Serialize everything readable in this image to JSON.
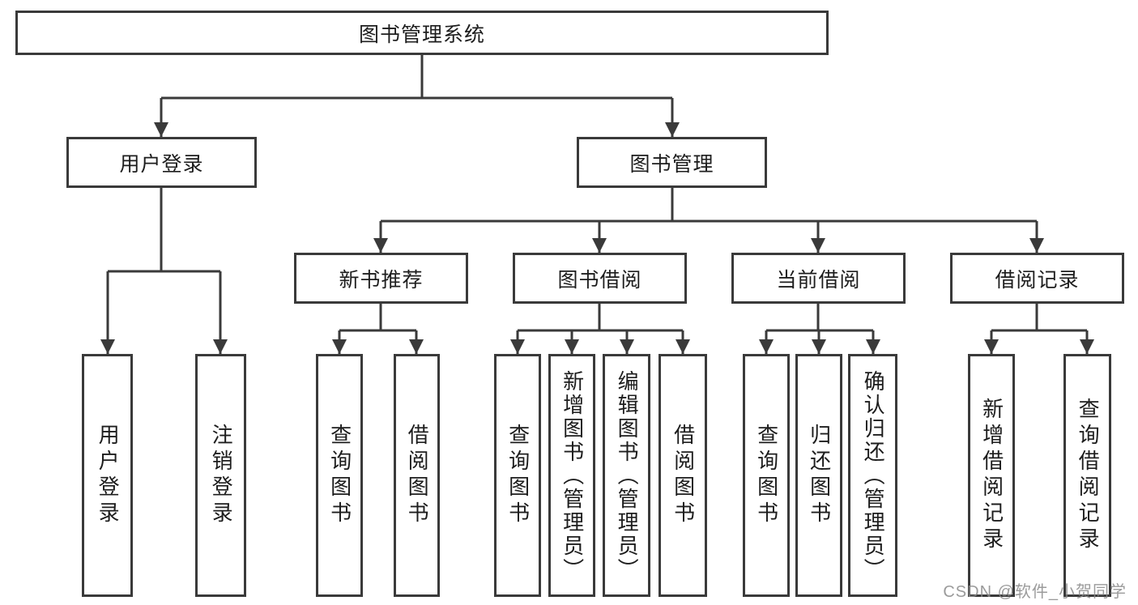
{
  "tree": {
    "root": {
      "label": "图书管理系统",
      "children": [
        {
          "label": "用户登录",
          "children": [
            {
              "label": "用户登录"
            },
            {
              "label": "注销登录"
            }
          ]
        },
        {
          "label": "图书管理",
          "children": [
            {
              "label": "新书推荐",
              "children": [
                {
                  "label": "查询图书"
                },
                {
                  "label": "借阅图书"
                }
              ]
            },
            {
              "label": "图书借阅",
              "children": [
                {
                  "label": "查询图书"
                },
                {
                  "label": "新增图书（管理员）"
                },
                {
                  "label": "编辑图书（管理员）"
                },
                {
                  "label": "借阅图书"
                }
              ]
            },
            {
              "label": "当前借阅",
              "children": [
                {
                  "label": "查询图书"
                },
                {
                  "label": "归还图书"
                },
                {
                  "label": "确认归还（管理员）"
                }
              ]
            },
            {
              "label": "借阅记录",
              "children": [
                {
                  "label": "新增借阅记录"
                },
                {
                  "label": "查询借阅记录"
                }
              ]
            }
          ]
        }
      ]
    }
  },
  "colors": {
    "line": "#3a3a3a",
    "text": "#1d1d1d",
    "background": "#ffffff",
    "watermark": "#8a8a8a"
  },
  "watermark": "CSDN @软件_小贺同学"
}
